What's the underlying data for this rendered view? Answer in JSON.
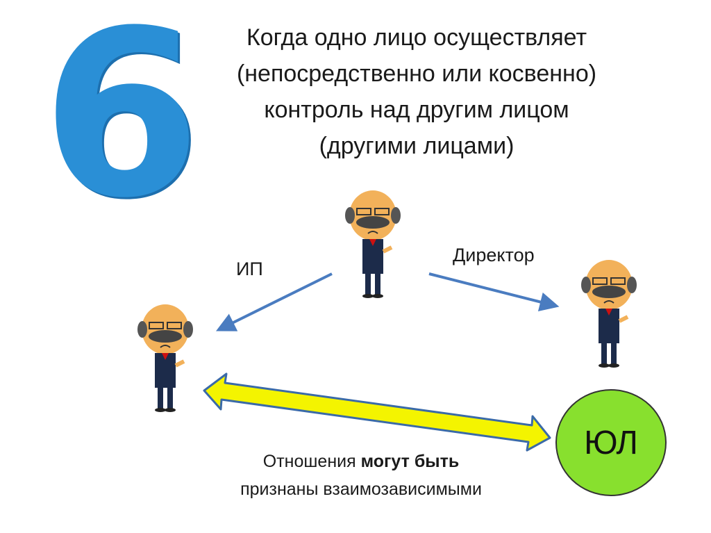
{
  "slide": {
    "number": "6",
    "title_lines": [
      "Когда одно лицо осуществляет",
      "(непосредственно или косвенно)",
      "контроль над другим лицом",
      "(другими лицами)"
    ],
    "label_left": "ИП",
    "label_right": "Директор",
    "entity": "ЮЛ",
    "caption": {
      "part1": "Отношения ",
      "bold": "могут быть",
      "line2": "признаны взаимозависимыми"
    }
  },
  "colors": {
    "number": "#2a8fd6",
    "arrow": "#4a7cc0",
    "double_arrow_fill": "#f4f400",
    "entity_circle": "#88e02e"
  }
}
